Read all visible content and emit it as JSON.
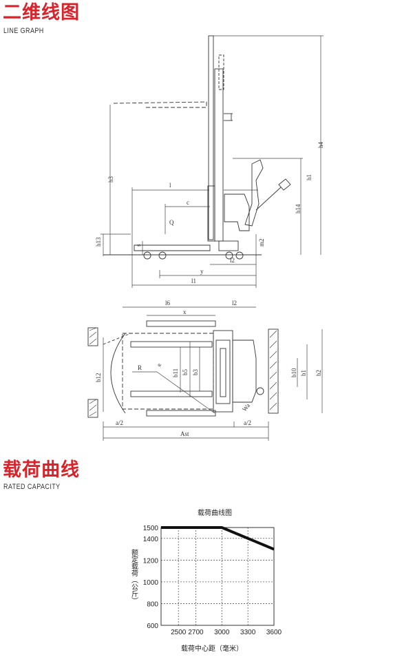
{
  "sections": {
    "line_graph": {
      "title": "二维线图",
      "subtitle": "LINE GRAPH"
    },
    "rated_capacity": {
      "title": "载荷曲线",
      "subtitle": "RATED CAPACITY"
    }
  },
  "side_view_labels": {
    "h4": "h4",
    "h3": "h3",
    "h1": "h1",
    "h14": "h14",
    "h13": "h13",
    "m2": "m2",
    "s": "s",
    "l": "l",
    "c": "c",
    "Q": "Q",
    "l2": "l2",
    "y": "y",
    "l1": "l1"
  },
  "top_view_labels": {
    "l6": "l6",
    "l2": "l2",
    "x": "x",
    "b12": "b12",
    "R": "R",
    "e": "e",
    "b11": "b11",
    "b5": "b5",
    "b3": "b3",
    "b10": "b10",
    "b1": "b1",
    "b2": "b2",
    "Wa": "Wa",
    "a2_left": "a/2",
    "Ast": "Ast",
    "a2_right": "a/2"
  },
  "chart_data": {
    "type": "line",
    "title": "载荷曲线图",
    "xlabel": "载荷中心距（毫米）",
    "ylabel": "额定载荷（公斤）",
    "x_ticks": [
      2500,
      2700,
      3000,
      3300,
      3600
    ],
    "y_ticks": [
      600,
      800,
      1000,
      1200,
      1400,
      1500
    ],
    "xlim": [
      2300,
      3600
    ],
    "ylim": [
      600,
      1500
    ],
    "grid": true,
    "series": [
      {
        "x": [
          2300,
          3000,
          3600
        ],
        "y": [
          1500,
          1500,
          1300
        ]
      }
    ],
    "colors": {
      "line": "#111111",
      "grid": "#555555"
    }
  }
}
